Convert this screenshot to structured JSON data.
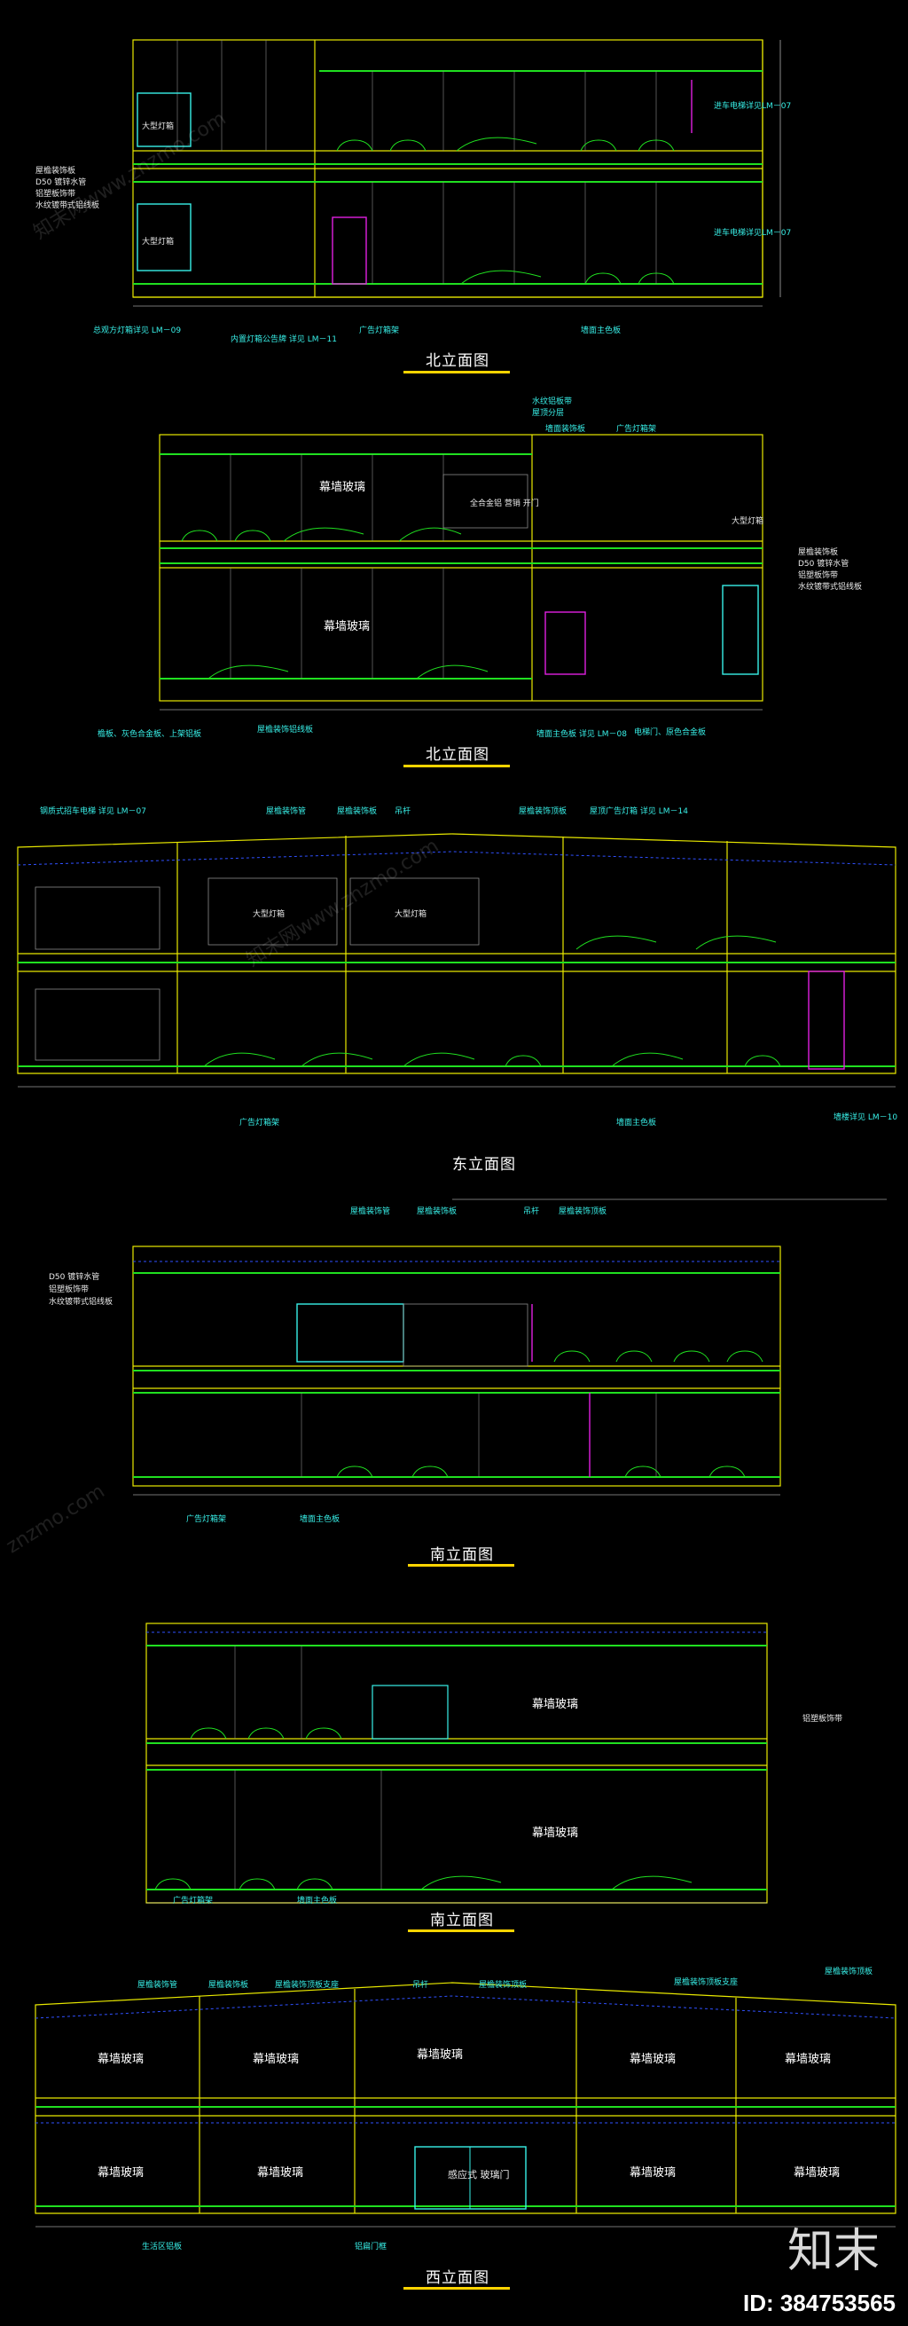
{
  "drawings": [
    {
      "title": "北立面图",
      "labels": {
        "lm07a": "进车电梯详见LM－07",
        "lm07b": "进车电梯详见LM－07",
        "left1": "屋檐装饰板",
        "left2": "D50 镀锌水管",
        "left3": "铝塑板饰带",
        "left4": "水纹镀带式铝线板",
        "b1": "总观方灯箱详见 LM－09",
        "b2": "内置灯箱公告牌 详见 LM－11",
        "b3": "广告灯箱架",
        "b4": "墙面主色板",
        "tag1": "大型灯箱",
        "tag2": "大型灯箱"
      }
    },
    {
      "title": "北立面图",
      "labels": {
        "g1": "幕墙玻璃",
        "g2": "幕墙玻璃",
        "g3": "全合金铝 营销 开门",
        "r1": "水纹铝板带",
        "r2": "屋顶分层",
        "r3": "墙面装饰板",
        "r4": "广告灯箱架",
        "r5": "屋檐装饰板",
        "r6": "D50 镀锌水管",
        "r7": "铝塑板饰带",
        "r8": "水纹镀带式铝线板",
        "r9": "大型灯箱",
        "b1": "檐板、灰色合金板、上架铝板",
        "b2": "屋檐装饰铝线板",
        "b3": "墙面主色板 详见 LM－08",
        "b4": "电梯门、原色合金板"
      }
    },
    {
      "title": "东立面图",
      "labels": {
        "t1": "钢质式招车电梯 详见 LM－07",
        "t2": "屋檐装饰管",
        "t3": "屋檐装饰板",
        "t4": "吊杆",
        "t5": "屋檐装饰顶板",
        "t6": "屋顶广告灯箱 详见 LM－14",
        "s1": "大型灯箱",
        "s2": "大型灯箱",
        "b1": "广告灯箱架",
        "b2": "墙面主色板",
        "b3": "墙楼详见 LM－10"
      }
    },
    {
      "title": "南立面图",
      "labels": {
        "t1": "屋檐装饰管",
        "t2": "屋檐装饰板",
        "t3": "吊杆",
        "t4": "屋檐装饰顶板",
        "l1": "D50 镀锌水管",
        "l2": "铝塑板饰带",
        "l3": "水纹镀带式铝线板",
        "b1": "广告灯箱架",
        "b2": "墙面主色板"
      }
    },
    {
      "title": "南立面图",
      "labels": {
        "g1": "幕墙玻璃",
        "g2": "幕墙玻璃",
        "r1": "铝塑板饰带",
        "b1": "广告灯箱架",
        "b2": "墙面主色板"
      }
    },
    {
      "title": "西立面图",
      "labels": {
        "t1": "屋檐装饰管",
        "t2": "屋檐装饰板",
        "t3": "屋檐装饰顶板支座",
        "t4": "吊杆",
        "t5": "屋檐装饰顶板",
        "t6": "屋檐装饰顶板支座",
        "t7": "屋檐装饰顶板",
        "g1": "幕墙玻璃",
        "g2": "幕墙玻璃",
        "g3": "幕墙玻璃",
        "g4": "幕墙玻璃",
        "g5": "幕墙玻璃",
        "g6": "幕墙玻璃",
        "g7": "幕墙玻璃",
        "g8": "幕墙玻璃",
        "g9": "幕墙玻璃",
        "door": "感应式 玻璃门",
        "b1": "生活区铝板",
        "b2": "铝扁门框"
      }
    }
  ],
  "watermark": {
    "text1": "知末网www.znzmo.com",
    "text2": "znzmo.com"
  },
  "brand": {
    "logo": "知末",
    "id": "ID: 384753565"
  },
  "colors": {
    "background": "#000000",
    "structure": "#e8e800",
    "floor": "#20e020",
    "glass": "#8a8a8a",
    "accent_cyan": "#38f0e8",
    "accent_magenta": "#e020e0",
    "title_underline": "#ffd400"
  }
}
